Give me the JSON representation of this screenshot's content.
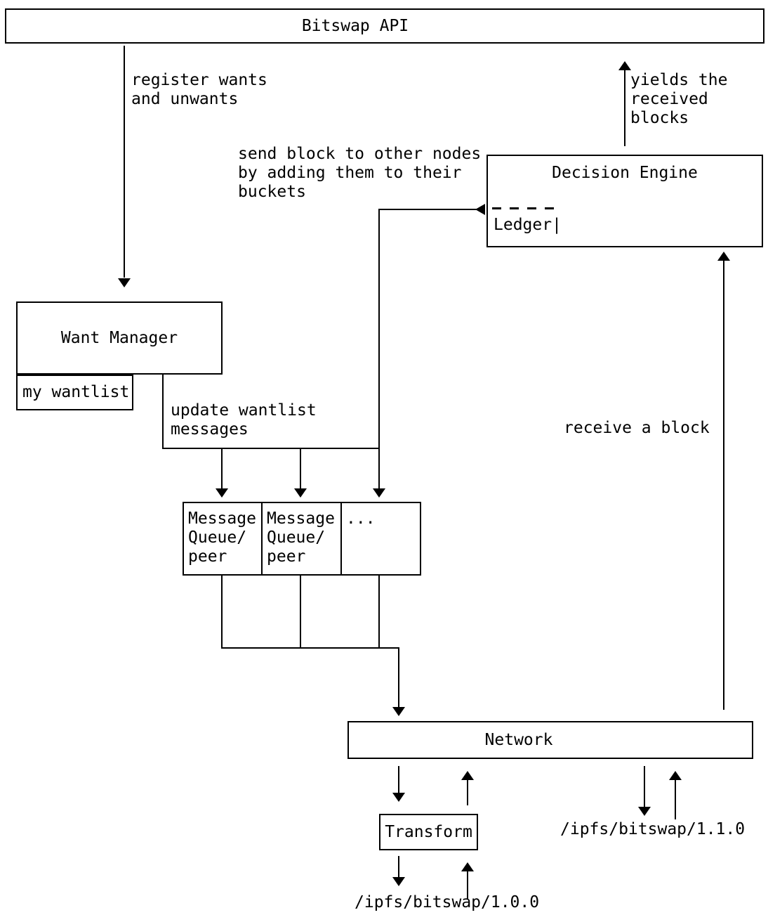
{
  "page": {
    "background": "#ffffff",
    "line_color": "#000000"
  },
  "nodes": {
    "bitswap_api": {
      "label": "Bitswap API"
    },
    "decision_engine": {
      "label": "Decision Engine",
      "ledger": "Ledger|"
    },
    "want_manager": {
      "label": "Want Manager"
    },
    "my_wantlist": {
      "label": "my wantlist"
    },
    "message_queues": {
      "cells": [
        {
          "label": "Message\nQueue/\npeer"
        },
        {
          "label": "Message\nQueue/\npeer"
        },
        {
          "label": "..."
        }
      ]
    },
    "network": {
      "label": "Network"
    },
    "transform": {
      "label": "Transform"
    }
  },
  "edge_labels": {
    "register_wants": "register wants\nand unwants",
    "yields_blocks": "yields the\nreceived\nblocks",
    "send_block": "send block to other nodes\nby adding them to their\nbuckets",
    "update_wantlist": "update wantlist\nmessages",
    "receive_block": "receive a block",
    "protocol_1_1_0": "/ipfs/bitswap/1.1.0",
    "protocol_1_0_0": "/ipfs/bitswap/1.0.0"
  }
}
